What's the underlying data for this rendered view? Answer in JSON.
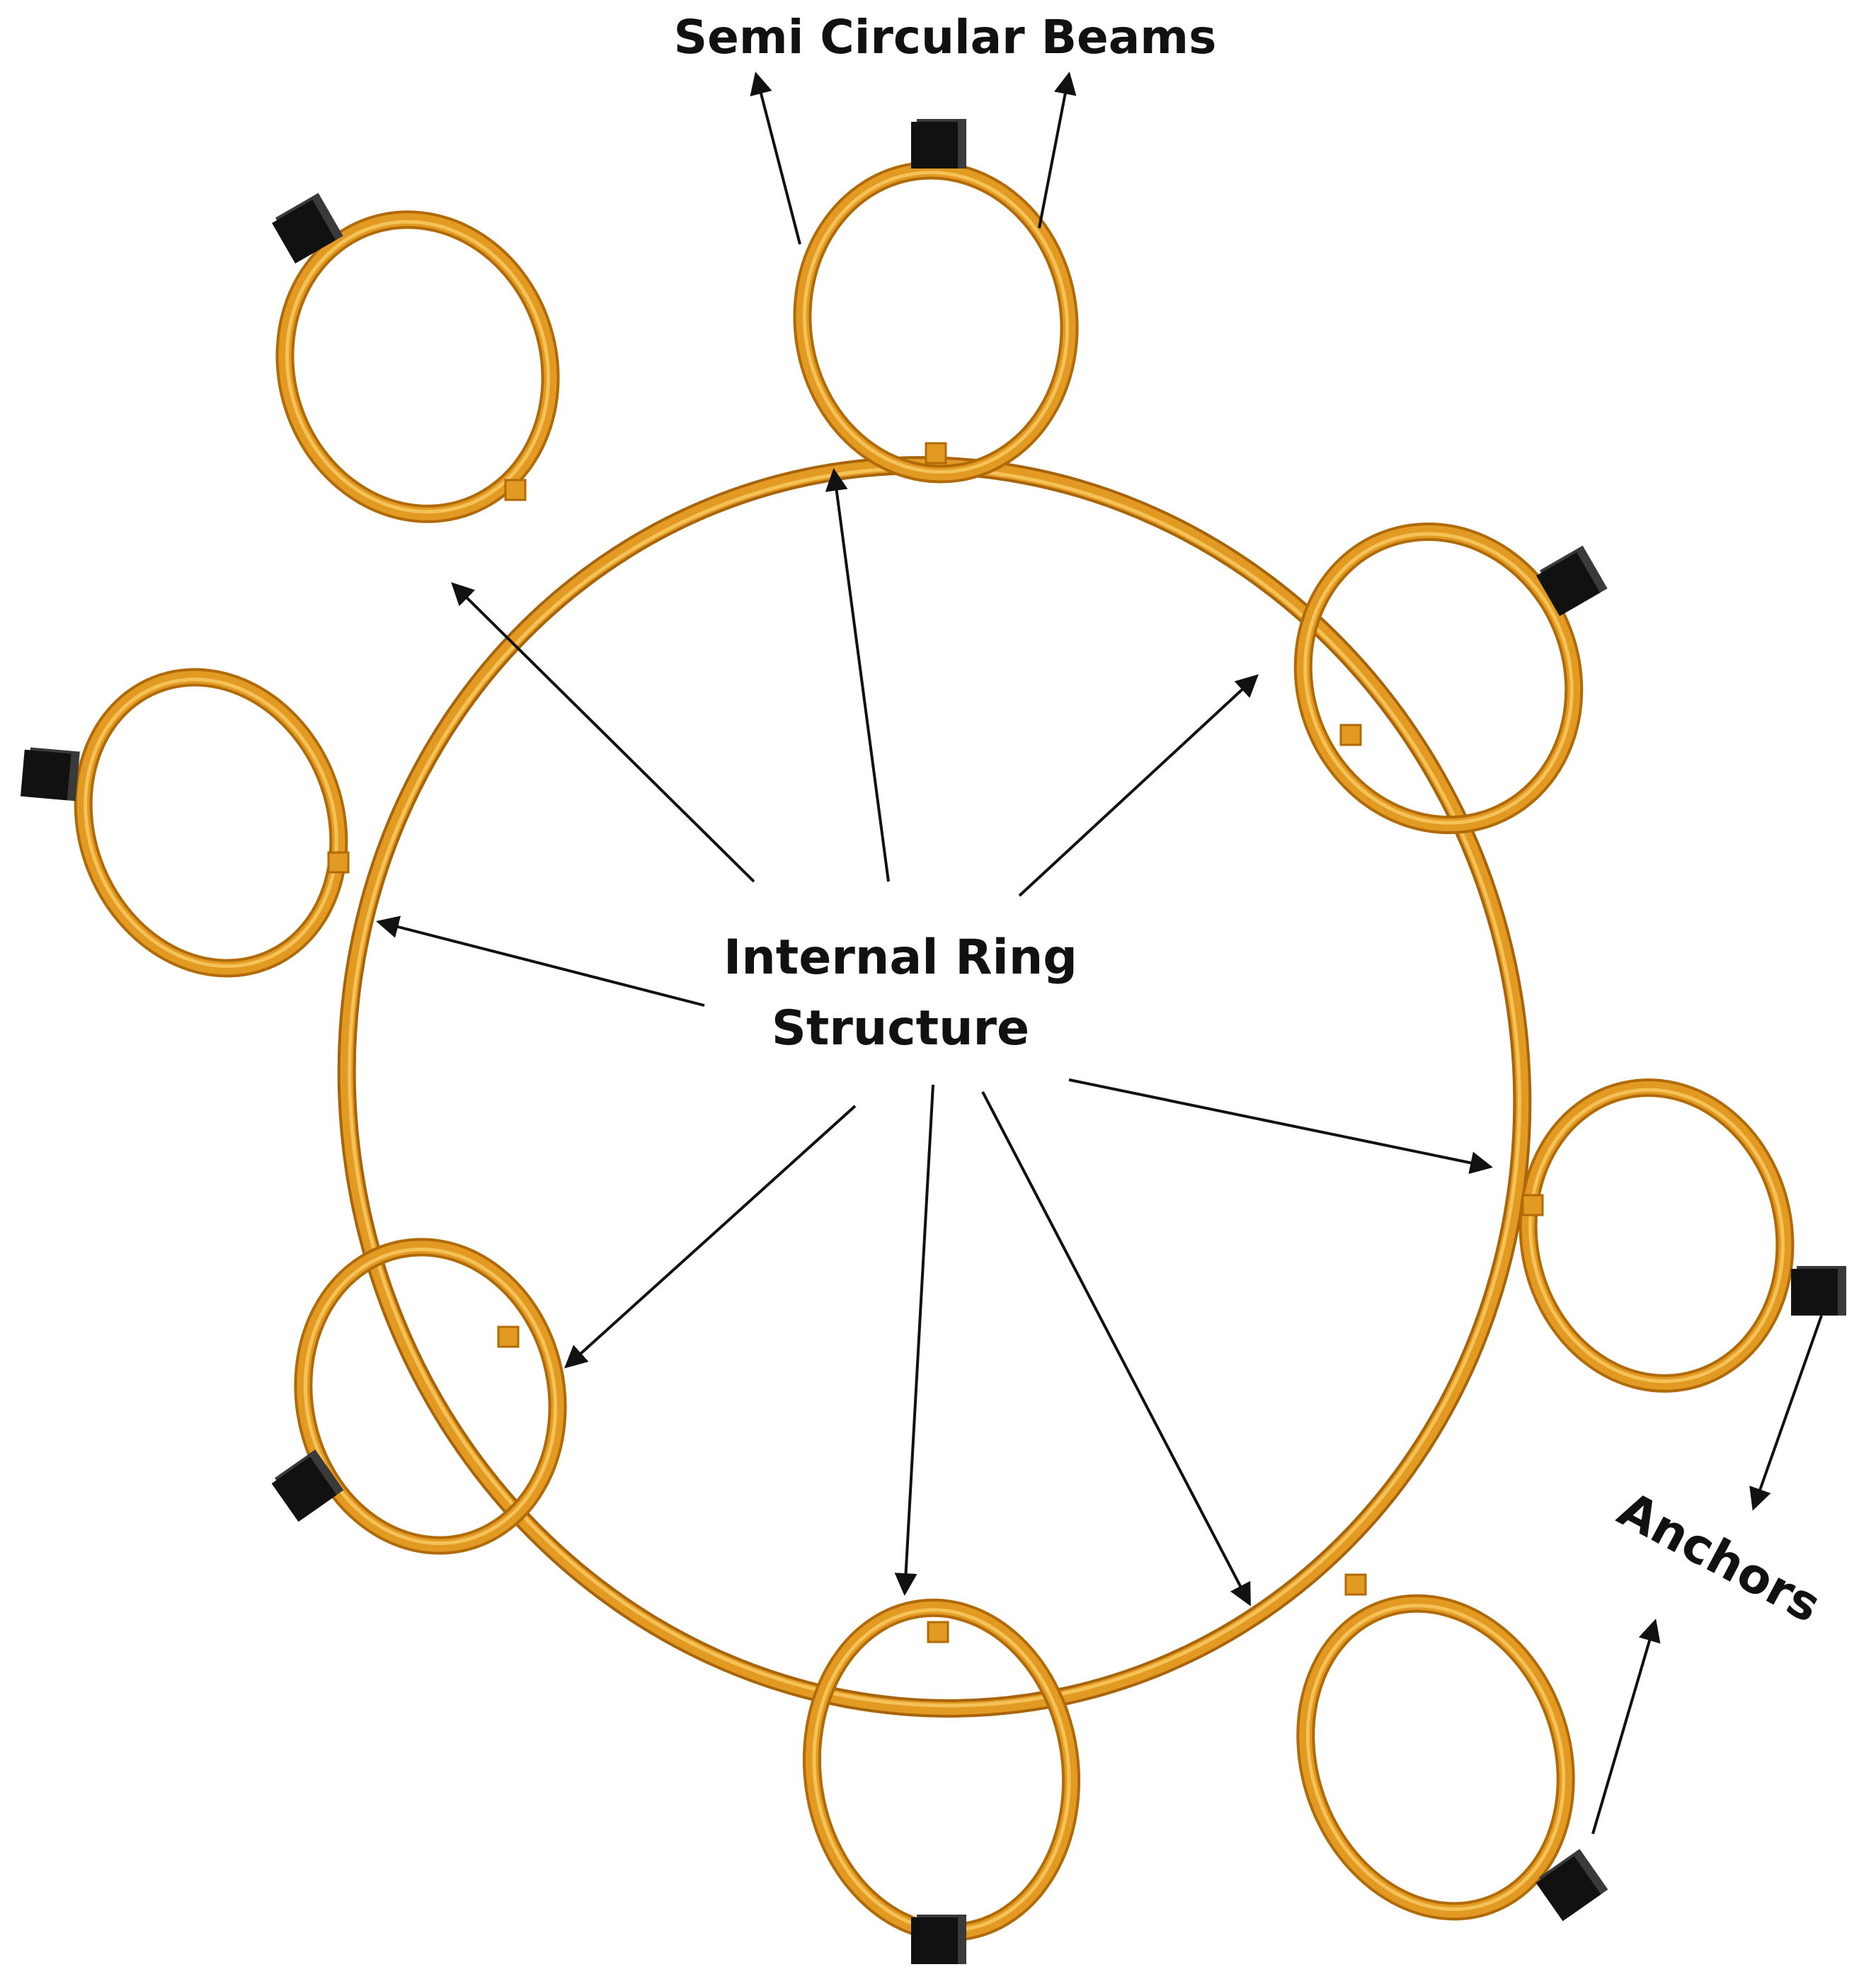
{
  "labels": {
    "semi_circular_beams": "Semi Circular Beams",
    "internal_ring_line1": "Internal Ring",
    "internal_ring_line2": "Structure",
    "anchors": "Anchors"
  },
  "structure": {
    "outer_loop_count": 8,
    "anchor_count": 8
  },
  "colors": {
    "ring_dark": "#b06a08",
    "ring_mid": "#e39a22",
    "ring_light": "#f5c258",
    "anchor": "#111111",
    "arrow": "#111111"
  }
}
